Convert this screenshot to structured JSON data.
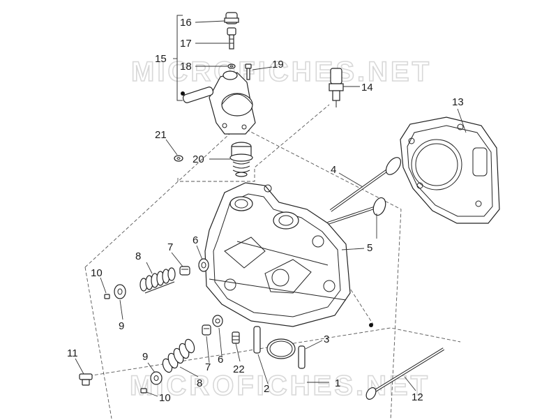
{
  "watermarks": [
    "MICROFICHES.NET",
    "MICROFICHES.NET"
  ],
  "callouts": [
    "1",
    "2",
    "3",
    "4",
    "5",
    "6",
    "6",
    "7",
    "7",
    "8",
    "8",
    "9",
    "9",
    "10",
    "10",
    "11",
    "12",
    "13",
    "14",
    "15",
    "16",
    "17",
    "18",
    "19",
    "20",
    "21",
    "22"
  ]
}
